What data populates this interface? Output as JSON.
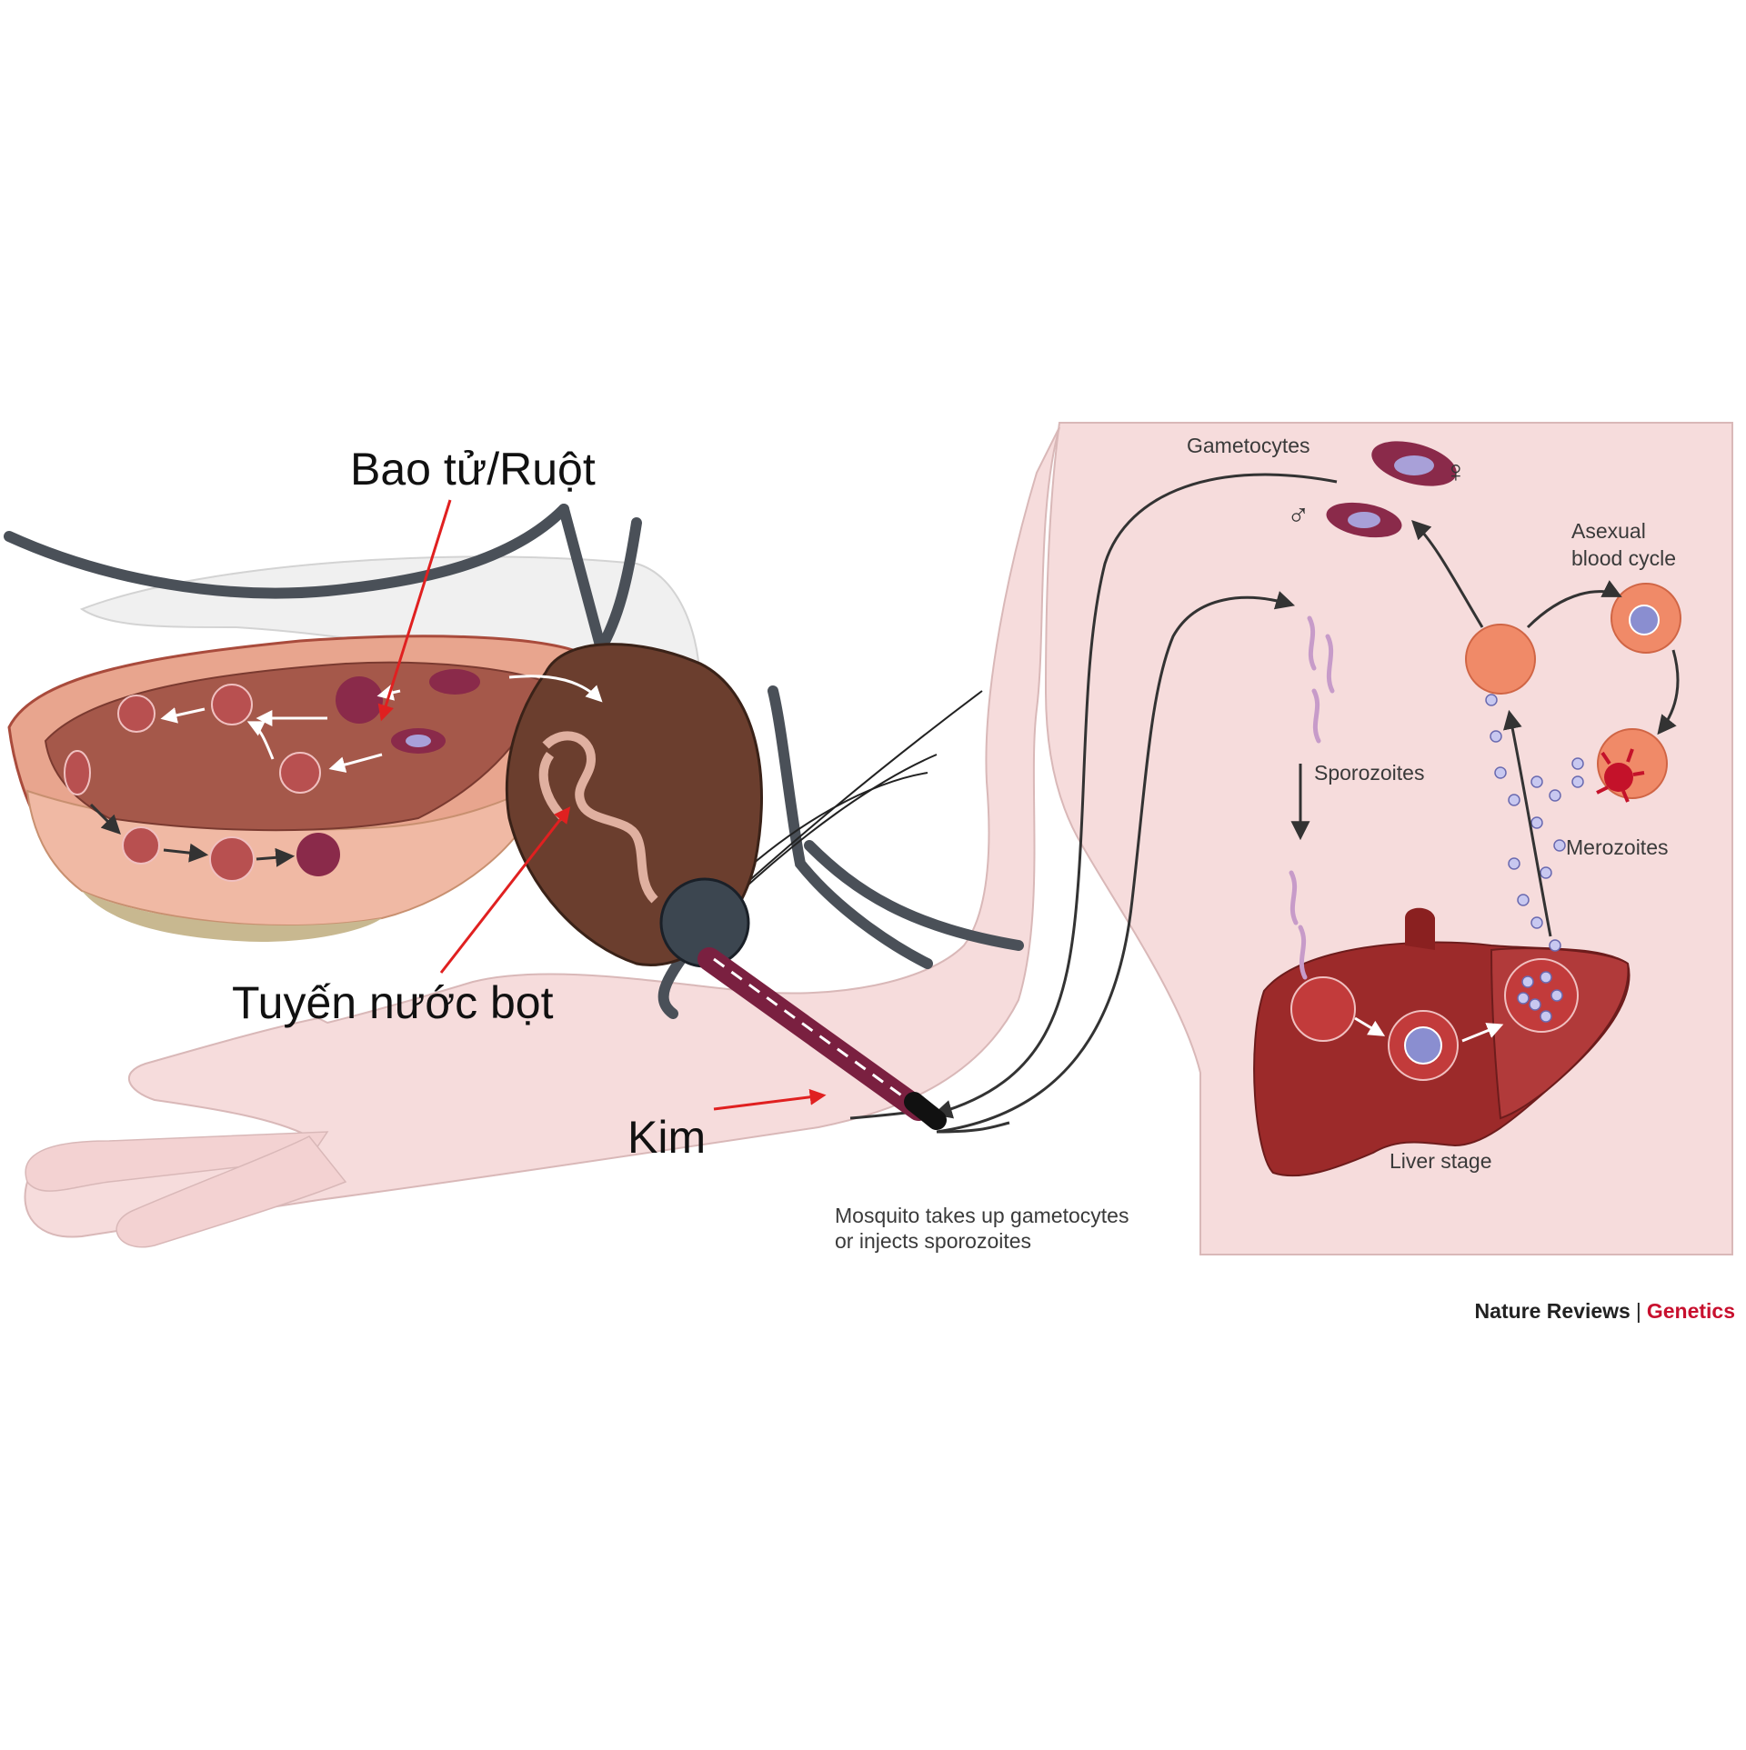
{
  "labels_vi": {
    "midgut": "Bao tử/Ruột",
    "salivary_gland": "Tuyến nước bọt",
    "proboscis": "Kim"
  },
  "labels_en": {
    "gametocytes": "Gametocytes",
    "male_symbol": "♂",
    "female_symbol": "♀",
    "asexual_line1": "Asexual",
    "asexual_line2": "blood cycle",
    "sporozoites": "Sporozoites",
    "merozoites": "Merozoites",
    "liver_stage": "Liver stage",
    "mosquito_line1": "Mosquito takes up gametocytes",
    "mosquito_line2": "or injects sporozoites"
  },
  "credit": {
    "journal": "Nature Reviews",
    "separator": "|",
    "section": "Genetics"
  },
  "colors": {
    "skin": "#f6dcdc",
    "skin_edge": "#d9b8b8",
    "gut": "#e8a58e",
    "gut_dark": "#a94b3c",
    "thorax": "#6b3e2e",
    "liver": "#9c2a2a",
    "cell": "#f29a7a",
    "parasite": "#8a8ed0",
    "arrow_red": "#e02020",
    "credit_red": "#c8102e"
  }
}
